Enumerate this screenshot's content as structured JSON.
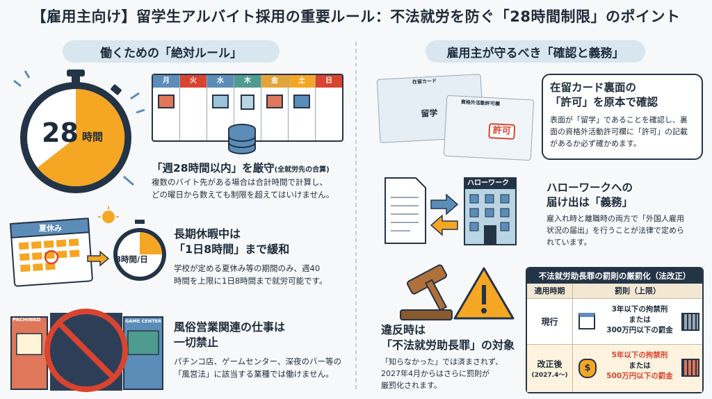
{
  "title": "【雇用主向け】留学生アルバイト採用の重要ルール：不法就労を防ぐ「28時間制限」のポイント",
  "left_header": "働くための「絶対ルール」",
  "right_header": "雇用主が守るべき「確認と義務」",
  "rule1": {
    "clock_number": "28",
    "clock_unit": "時間",
    "weekdays": [
      "月",
      "火",
      "水",
      "木",
      "金",
      "土",
      "日"
    ],
    "heading": "「週28時間以内」を厳守",
    "heading_note": "(全就労先の合算)",
    "body_line1": "複数のバイト先がある場合は合計時間で計算し、",
    "body_line2": "どの曜日から数えても制限を超えてはいけません。"
  },
  "rule2": {
    "calendar_label": "夏休み",
    "clock_label": "8時間/日",
    "heading_line1": "長期休暇中は",
    "heading_line2": "「1日8時間」まで緩和",
    "body_line1": "学校が定める夏休み等の期間のみ、週40",
    "body_line2": "時間を上限に1日8時間まで就労可能です。"
  },
  "rule3": {
    "sign_left": "PACHINKO",
    "sign_right": "GAME CENTER",
    "heading_line1": "風俗営業関連の仕事は",
    "heading_line2": "一切禁止",
    "body_line1": "パチンコ店、ゲームセンター、深夜のバー等の",
    "body_line2": "「風営法」に該当する業種では働けません。"
  },
  "duty1": {
    "card_title": "在留カード",
    "card_status": "留学",
    "card_back_title": "資格外活動許可欄",
    "stamp": "許可",
    "heading_line1": "在留カード裏面の",
    "heading_line2": "「許可」を原本で確認",
    "body_line1": "表面が「留学」であることを確認し、裏",
    "body_line2": "面の資格外活動許可欄に「許可」の記載",
    "body_line3": "があるか必ず確かめます。"
  },
  "duty2": {
    "building_sign": "ハローワーク",
    "heading_line1": "ハローワークへの",
    "heading_line2": "届け出は「義務」",
    "body_line1": "雇入れ時と離職時の両方で「外国人雇用",
    "body_line2": "状況の届出」を行うことが法律で定めら",
    "body_line3": "れています。"
  },
  "duty3": {
    "heading_line1": "違反時は",
    "heading_line2": "「不法就労助長罪」の対象",
    "body_line1": "「知らなかった」では済まされず、",
    "body_line2": "2027年4月からはさらに罰則が",
    "body_line3": "厳罰化されます。"
  },
  "penalty_table": {
    "title": "不法就労助長罪の罰則の厳罰化（法改正）",
    "col1": "適用時期",
    "col2": "罰則（上限）",
    "row1_period": "現行",
    "row1_line1": "3年以下の拘禁刑",
    "row1_line2": "または",
    "row1_line3": "300万円以下の罰金",
    "row2_period": "改正後",
    "row2_period_note": "(2027.4〜)",
    "row2_line1": "5年以下の拘禁刑",
    "row2_line2": "または",
    "row2_line3": "500万円以下の罰金"
  },
  "colors": {
    "navy": "#243447",
    "orange": "#f5a623",
    "blue": "#5b8db8",
    "red": "#d9442f",
    "pill": "#d7e6ef"
  }
}
